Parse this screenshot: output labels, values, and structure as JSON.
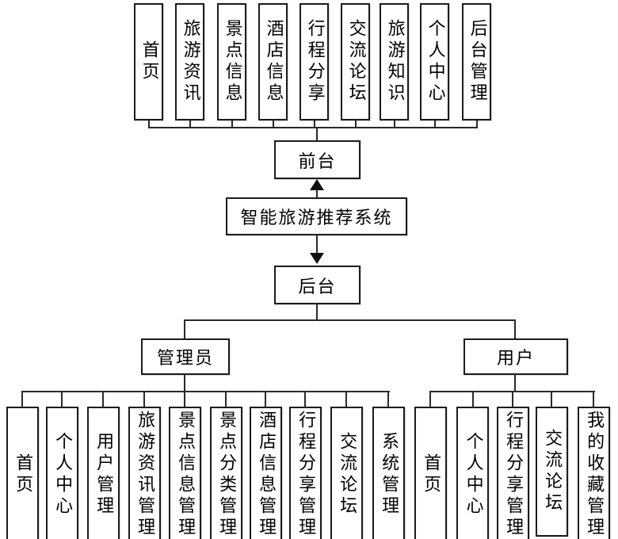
{
  "diagram": {
    "root_label": "智能旅游推荐系统",
    "front": {
      "label": "前台",
      "items": [
        "首页",
        "旅游资讯",
        "景点信息",
        "酒店信息",
        "行程分享",
        "交流论坛",
        "旅游知识",
        "个人中心",
        "后台管理"
      ]
    },
    "back": {
      "label": "后台",
      "admin": {
        "label": "管理员",
        "items": [
          "首页",
          "个人中心",
          "用户管理",
          "旅游资讯管理",
          "景点信息管理",
          "景点分类管理",
          "酒店信息管理",
          "行程分享管理",
          "交流论坛",
          "系统管理"
        ]
      },
      "user": {
        "label": "用户",
        "items": [
          "首页",
          "个人中心",
          "行程分享管理",
          "交流论坛",
          "我的收藏管理"
        ]
      }
    },
    "colors": {
      "line": "#2a2a2a",
      "box_border": "#1c1c1c",
      "box_fill": "#ffffff",
      "arrow": "#111111",
      "text": "#000000",
      "background": "#ffffff"
    }
  }
}
